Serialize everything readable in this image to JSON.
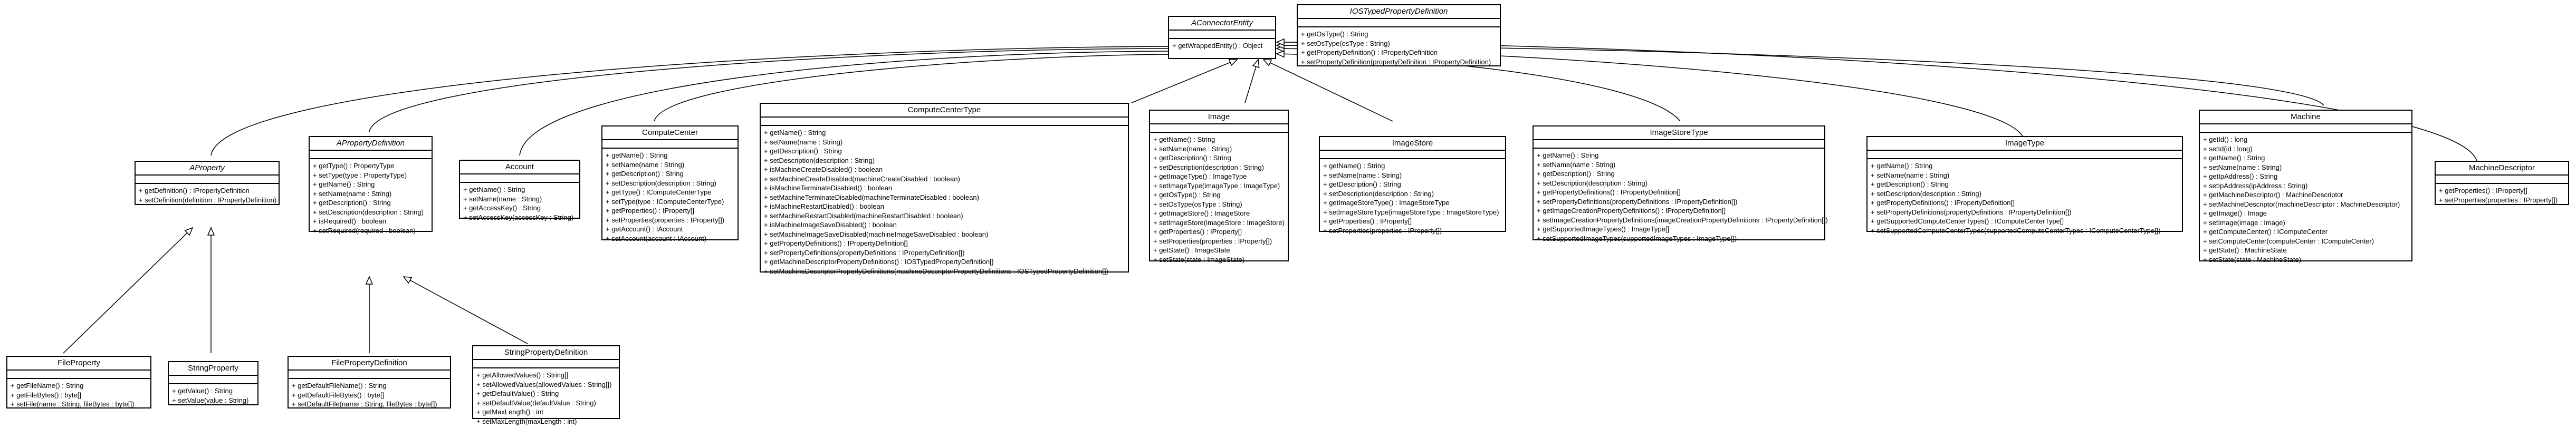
{
  "classes": {
    "aconnector_entity": {
      "name": "AConnectorEntity",
      "operations": [
        "+ getWrappedEntity() : Object"
      ]
    },
    "ostyped_property_definition": {
      "name": "IOSTypedPropertyDefinition",
      "operations": [
        "+ getOsType() : String",
        "+ setOsType(osType : String)",
        "+ getPropertyDefinition() : IPropertyDefinition",
        "+ setPropertyDefinition(propertyDefinition : IPropertyDefinition)"
      ]
    },
    "aproperty": {
      "name": "AProperty",
      "operations": [
        "+ getDefinition() : IPropertyDefinition",
        "+ setDefinition(definition : IPropertyDefinition)"
      ]
    },
    "aproperty_definition": {
      "name": "APropertyDefinition",
      "operations": [
        "+ getType() : PropertyType",
        "+ setType(type : PropertyType)",
        "+ getName() : String",
        "+ setName(name : String)",
        "+ getDescription() : String",
        "+ setDescription(description : String)",
        "+ isRequired() : boolean",
        "+ setRequired(required : boolean)"
      ]
    },
    "account": {
      "name": "Account",
      "operations": [
        "+ getName() : String",
        "+ setName(name : String)",
        "+ getAccessKey() : String",
        "+ setAccessKey(accessKey : String)"
      ]
    },
    "compute_center": {
      "name": "ComputeCenter",
      "operations": [
        "+ getName() : String",
        "+ setName(name : String)",
        "+ getDescription() : String",
        "+ setDescription(description : String)",
        "+ getType() : IComputeCenterType",
        "+ setType(type : IComputeCenterType)",
        "+ getProperties() : IProperty[]",
        "+ setProperties(properties : IProperty[])",
        "+ getAccount() : IAccount",
        "+ setAccount(account : IAccount)"
      ]
    },
    "compute_center_type": {
      "name": "ComputeCenterType",
      "operations": [
        "+ getName() : String",
        "+ setName(name : String)",
        "+ getDescription() : String",
        "+ setDescription(description : String)",
        "+ isMachineCreateDisabled() : boolean",
        "+ setMachineCreateDisabled(machineCreateDisabled : boolean)",
        "+ isMachineTerminateDisabled() : boolean",
        "+ setMachineTerminateDisabled(machineTerminateDisabled : boolean)",
        "+ isMachineRestartDisabled() : boolean",
        "+ setMachineRestartDisabled(machineRestartDisabled : boolean)",
        "+ isMachineImageSaveDisabled() : boolean",
        "+ setMachineImageSaveDisabled(machineImageSaveDisabled : boolean)",
        "+ getPropertyDefinitions() : IPropertyDefinition[]",
        "+ setPropertyDefinitions(propertyDefinitions : IPropertyDefinition[])",
        "+ getMachineDescriptorPropertyDefinitions() : IOSTypedPropertyDefinition[]",
        "+ setMachineDescriptorPropertyDefinitions(machineDescriptorPropertyDefinitions : IOSTypedPropertyDefinition[])"
      ]
    },
    "image": {
      "name": "Image",
      "operations": [
        "+ getName() : String",
        "+ setName(name : String)",
        "+ getDescription() : String",
        "+ setDescription(description : String)",
        "+ getImageType() : ImageType",
        "+ setImageType(imageType : ImageType)",
        "+ getOsType() : String",
        "+ setOsType(osType : String)",
        "+ getImageStore() : ImageStore",
        "+ setImageStore(imageStore : ImageStore)",
        "+ getProperties() : IProperty[]",
        "+ setProperties(properties : IProperty[])",
        "+ getState() : ImageState",
        "+ setState(state : ImageState)"
      ]
    },
    "image_store": {
      "name": "ImageStore",
      "operations": [
        "+ getName() : String",
        "+ setName(name : String)",
        "+ getDescription() : String",
        "+ setDescription(description : String)",
        "+ getImageStoreType() : ImageStoreType",
        "+ setImageStoreType(imageStoreType : ImageStoreType)",
        "+ getProperties() : IProperty[]",
        "+ setProperties(properties : IProperty[])"
      ]
    },
    "image_store_type": {
      "name": "ImageStoreType",
      "operations": [
        "+ getName() : String",
        "+ setName(name : String)",
        "+ getDescription() : String",
        "+ setDescription(description : String)",
        "+ getPropertyDefinitions() : IPropertyDefinition[]",
        "+ setPropertyDefinitions(propertyDefinitions : IPropertyDefinition[])",
        "+ getImageCreationPropertyDefinitions() : IPropertyDefinition[]",
        "+ setImageCreationPropertyDefinitions(imageCreationPropertyDefinitions : IPropertyDefinition[])",
        "+ getSupportedImageTypes() : ImageType[]",
        "+ setSupportedImageTypes(supportedImageTypes : ImageType[])"
      ]
    },
    "image_type": {
      "name": "ImageType",
      "operations": [
        "+ getName() : String",
        "+ setName(name : String)",
        "+ getDescription() : String",
        "+ setDescription(description : String)",
        "+ getPropertyDefinitions() : IPropertyDefinition[]",
        "+ setPropertyDefinitions(propertyDefinitions : IPropertyDefinition[])",
        "+ getSupportedComputeCenterTypes() : IComputeCenterType[]",
        "+ setSupportedComputeCenterTypes(supportedComputeCenterTypes : IComputeCenterType[])"
      ]
    },
    "machine": {
      "name": "Machine",
      "operations": [
        "+ getId() : long",
        "+ setId(id : long)",
        "+ getName() : String",
        "+ setName(name : String)",
        "+ getIpAddress() : String",
        "+ setIpAddress(ipAddress : String)",
        "+ getMachineDescriptor() : MachineDescriptor",
        "+ setMachineDescriptor(machineDescriptor : MachineDescriptor)",
        "+ getImage() : Image",
        "+ setImage(image : Image)",
        "+ getComputeCenter() : IComputeCenter",
        "+ setComputeCenter(computeCenter : IComputeCenter)",
        "+ getState() : MachineState",
        "+ setState(state : MachineState)"
      ]
    },
    "machine_descriptor": {
      "name": "MachineDescriptor",
      "operations": [
        "+ getProperties() : IProperty[]",
        "+ setProperties(properties : IProperty[])"
      ]
    },
    "file_property": {
      "name": "FileProperty",
      "operations": [
        "+ getFileName() : String",
        "+ getFileBytes() : byte[]",
        "+ setFile(name : String, fileBytes : byte[])"
      ]
    },
    "string_property": {
      "name": "StringProperty",
      "operations": [
        "+ getValue() : String",
        "+ setValue(value : String)"
      ]
    },
    "file_property_definition": {
      "name": "FilePropertyDefinition",
      "operations": [
        "+ getDefaultFileName() : String",
        "+ getDefaultFileBytes() : byte[]",
        "+ setDefaultFile(name : String, fileBytes : byte[])"
      ]
    },
    "string_property_definition": {
      "name": "StringPropertyDefinition",
      "operations": [
        "+ getAllowedValues() : String[]",
        "+ setAllowedValues(allowedValues : String[])",
        "+ getDefaultValue() : String",
        "+ setDefaultValue(defaultValue : String)",
        "+ getMaxLength() : int",
        "+ setMaxLength(maxLength : int)"
      ]
    }
  }
}
